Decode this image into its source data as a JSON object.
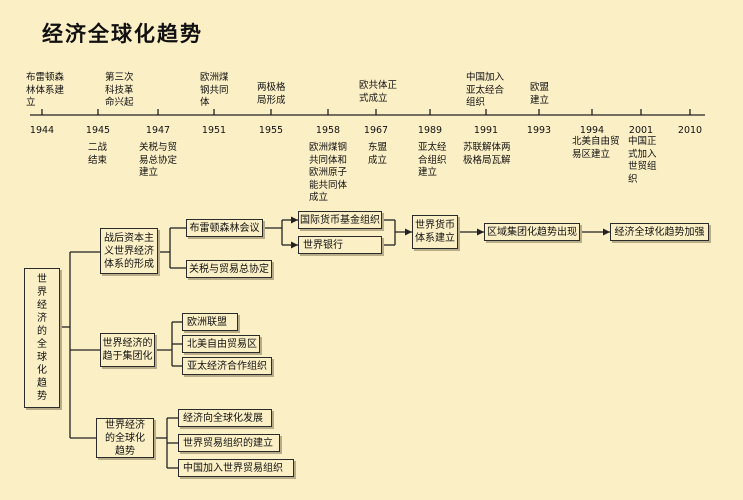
{
  "title": "经济全球化趋势",
  "timeline": {
    "years": [
      "1944",
      "1945",
      "1947",
      "1951",
      "1955",
      "1958",
      "1967",
      "1989",
      "1991",
      "1993",
      "1994",
      "2001",
      "2010"
    ],
    "above_events": [
      {
        "lines": [
          "布雷顿森",
          "林体系建",
          "立"
        ]
      },
      {
        "lines": [
          "第三次",
          "科技革",
          "命兴起"
        ]
      },
      {
        "lines": [
          "欧洲煤",
          "钢共同",
          "体"
        ]
      },
      {
        "lines": [
          "两极格",
          "局形成"
        ]
      },
      {
        "lines": [
          "欧共体正",
          "式成立"
        ]
      },
      {
        "lines": [
          "中国加入",
          "亚太经合",
          "组织"
        ]
      },
      {
        "lines": [
          "欧盟",
          "建立"
        ]
      }
    ],
    "below_events": [
      {
        "lines": [
          "二战",
          "结束"
        ]
      },
      {
        "lines": [
          "关税与贸",
          "易总协定",
          "建立"
        ]
      },
      {
        "lines": [
          "欧洲煤钢",
          "共同体和",
          "欧洲原子",
          "能共同体",
          "成立"
        ]
      },
      {
        "lines": [
          "东盟",
          "成立"
        ]
      },
      {
        "lines": [
          "亚太经",
          "合组织",
          "建立"
        ]
      },
      {
        "lines": [
          "苏联解体两",
          "极格局瓦解"
        ]
      },
      {
        "lines": [
          "北美自由贸",
          "易区建立"
        ]
      },
      {
        "lines": [
          "中国正",
          "式加入",
          "世贸组",
          "织"
        ]
      }
    ]
  },
  "diagram": {
    "root": [
      "世",
      "界",
      "经",
      "济",
      "的",
      "全",
      "球",
      "化",
      "趋",
      "势"
    ],
    "branch1": {
      "label": [
        "战后资本主",
        "义世界经济",
        "体系的形成"
      ],
      "bretton": "布雷顿森林会议",
      "imf": "国际货币基金组织",
      "world_bank": "世界银行",
      "system": [
        "世界货币",
        "体系建立"
      ],
      "regional": "区域集团化趋势出现",
      "strengthen": "经济全球化趋势加强",
      "gatt": "关税与贸易总协定"
    },
    "branch2": {
      "label": [
        "世界经济的",
        "趋于集团化"
      ],
      "items": [
        "欧洲联盟",
        "北美自由贸易区",
        "亚太经济合作组织"
      ]
    },
    "branch3": {
      "label": [
        "世界经济",
        "的全球化",
        "趋势"
      ],
      "items": [
        "经济向全球化发展",
        "世界贸易组织的建立",
        "中国加入世界贸易组织"
      ]
    }
  }
}
